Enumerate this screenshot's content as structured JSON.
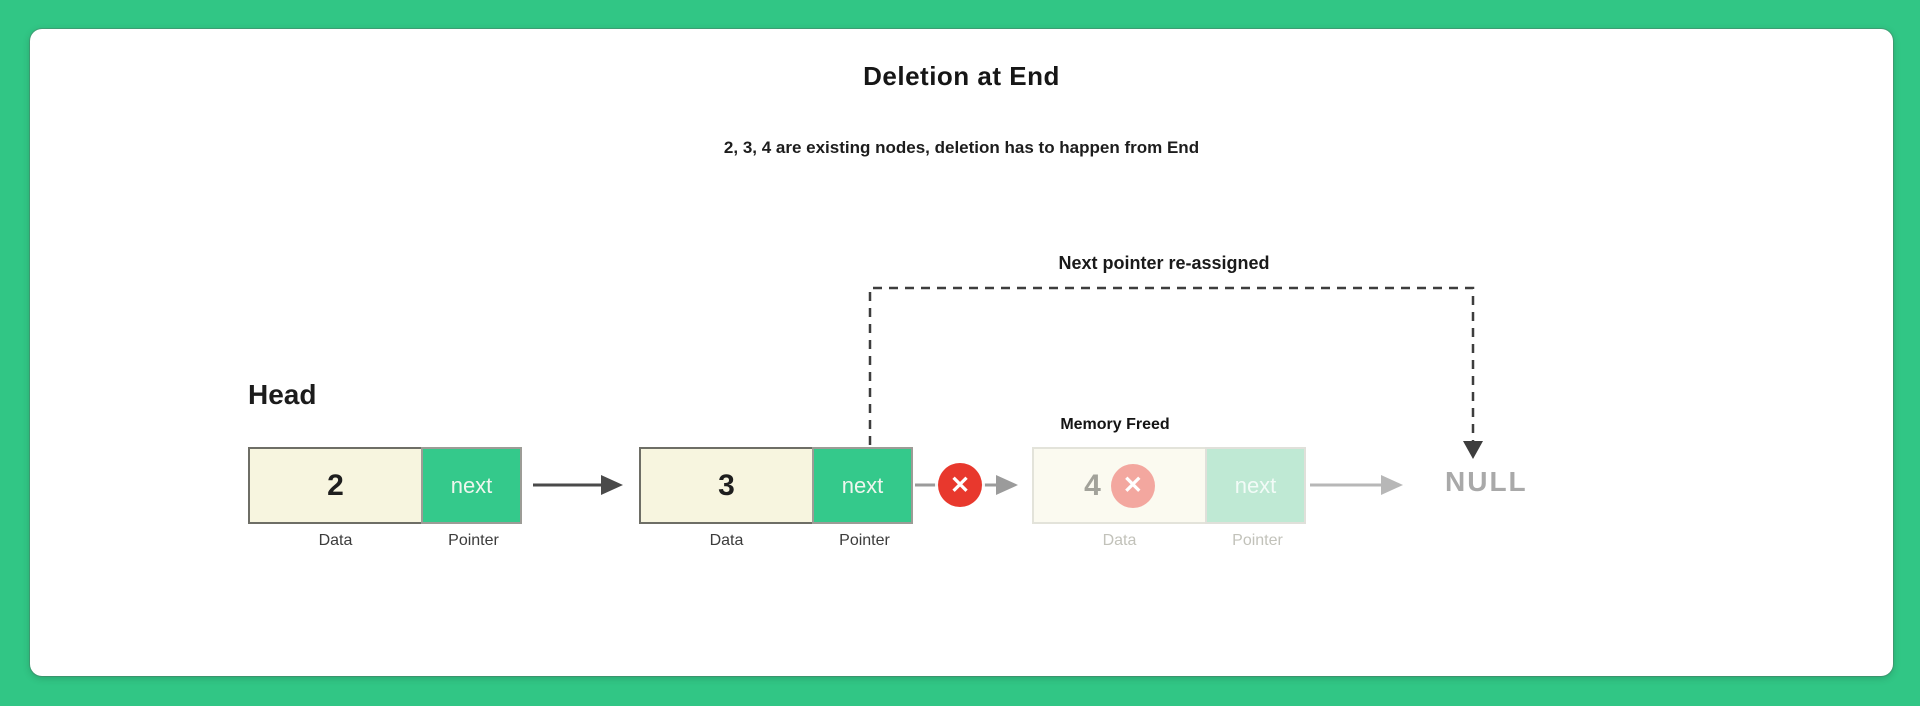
{
  "header": {
    "title": "Deletion at End",
    "subtitle": "2, 3, 4 are existing nodes, deletion has to happen from End"
  },
  "diagram": {
    "head_label": "Head",
    "annotations": {
      "reassign": "Next pointer re-assigned",
      "memory_freed": "Memory Freed",
      "null": "NULL"
    },
    "nodes": [
      {
        "data": "2",
        "pointer": "next",
        "data_label": "Data",
        "pointer_label": "Pointer",
        "state": "active"
      },
      {
        "data": "3",
        "pointer": "next",
        "data_label": "Data",
        "pointer_label": "Pointer",
        "state": "active"
      },
      {
        "data": "4",
        "pointer": "next",
        "data_label": "Data",
        "pointer_label": "Pointer",
        "state": "memory-freed"
      }
    ],
    "icons": {
      "deleted_link_x": "✕",
      "freed_node_x": "✕"
    },
    "colors": {
      "page_background": "#31c685",
      "card_background": "#ffffff",
      "node_data_fill": "#f7f5df",
      "node_pointer_fill": "#34c98b",
      "freed_data_fill": "#fbfaf0",
      "freed_pointer_fill": "#bfe9d4",
      "delete_x_red": "#e8382d",
      "freed_x_pink": "#f3a79f",
      "arrow_dark": "#4a4a4a",
      "arrow_gray": "#9b9b9b",
      "arrow_faded": "#b7b7b7",
      "dashed_line": "#3d3d3d",
      "null_text": "#a9a9a9"
    }
  }
}
